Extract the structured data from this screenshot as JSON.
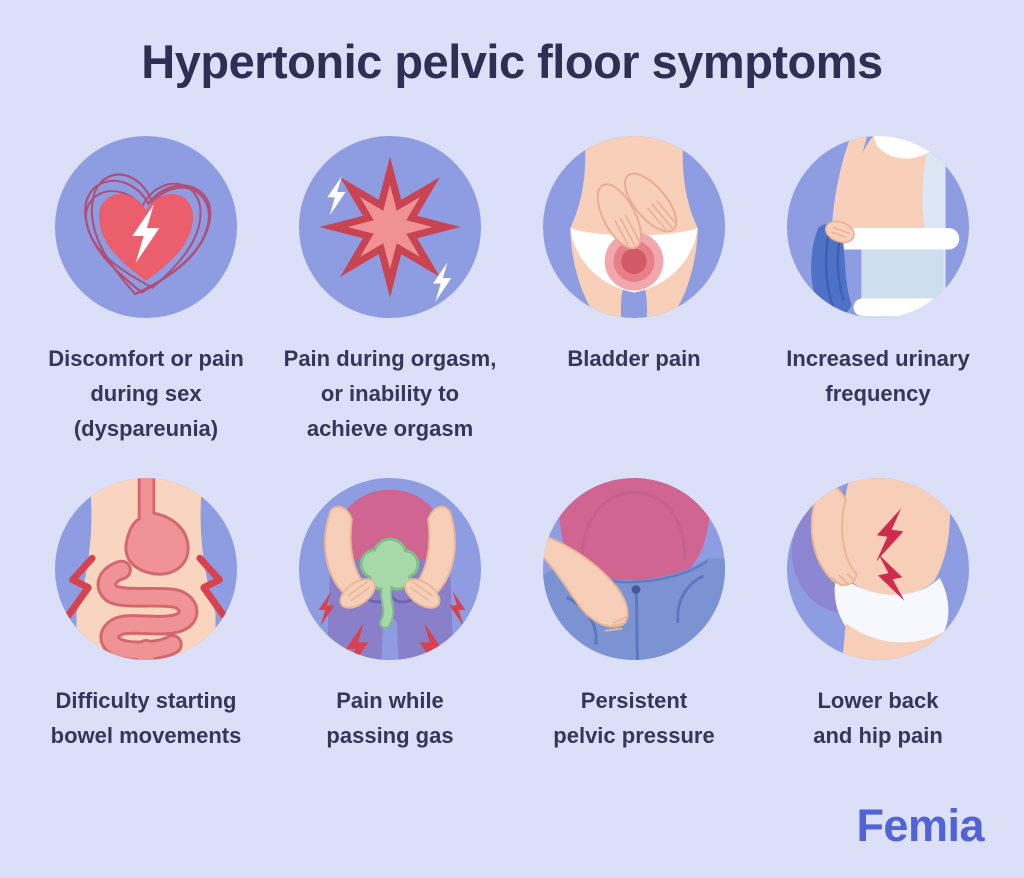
{
  "title": "Hypertonic pelvic floor symptoms",
  "brand": "Femia",
  "colors": {
    "background": "#dcdff8",
    "title_text": "#2e3053",
    "caption_text": "#343757",
    "brand_text": "#5163d6",
    "circle_fill": "#8e9ce1",
    "accent_red": "#e85d68",
    "pain_bolt_red": "#d8414e"
  },
  "symptoms": [
    {
      "icon": "heart-lightning-icon",
      "label": "Discomfort or pain\nduring sex\n(dyspareunia)"
    },
    {
      "icon": "pain-starburst-icon",
      "label": "Pain during orgasm,\nor inability to\nachieve orgasm"
    },
    {
      "icon": "bladder-pain-icon",
      "label": "Bladder pain"
    },
    {
      "icon": "toilet-urinary-icon",
      "label": "Increased urinary\nfrequency"
    },
    {
      "icon": "intestines-icon",
      "label": "Difficulty starting\nbowel movements"
    },
    {
      "icon": "passing-gas-icon",
      "label": "Pain while\npassing gas"
    },
    {
      "icon": "pelvic-pressure-icon",
      "label": "Persistent\npelvic pressure"
    },
    {
      "icon": "back-hip-pain-icon",
      "label": "Lower back\nand hip pain"
    }
  ]
}
